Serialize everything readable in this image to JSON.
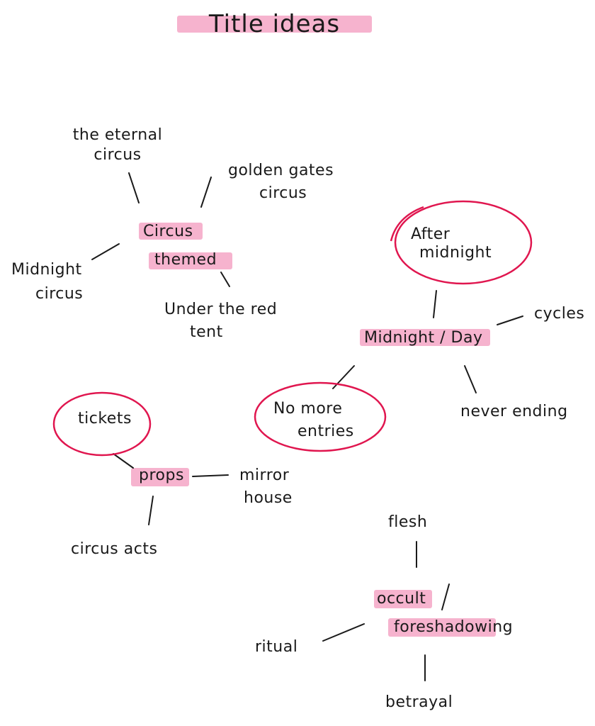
{
  "title": "Title ideas",
  "colors": {
    "highlight": "#f4a6c6",
    "circle": "#e0164f",
    "ink": "#1a1a1a"
  },
  "clusters": {
    "circus": {
      "center_line1": "Circus",
      "center_line2": "themed",
      "branches": [
        {
          "line1": "the eternal",
          "line2": "circus"
        },
        {
          "line1": "golden gates",
          "line2": "circus"
        },
        {
          "line1": "Midnight",
          "line2": "circus"
        },
        {
          "line1": "Under the red",
          "line2": "tent"
        }
      ]
    },
    "midnight": {
      "center": "Midnight / Day",
      "branches": [
        {
          "line1": "After",
          "line2": "midnight",
          "circled": true
        },
        {
          "line1": "cycles"
        },
        {
          "line1": "No more",
          "line2": "entries",
          "circled": true
        },
        {
          "line1": "never ending"
        }
      ]
    },
    "props": {
      "center": "props",
      "branches": [
        {
          "line1": "tickets",
          "circled": true
        },
        {
          "line1": "mirror",
          "line2": "house"
        },
        {
          "line1": "circus acts"
        }
      ]
    },
    "occult": {
      "center_line1": "occult",
      "center_line2": "foreshadowing",
      "branches": [
        {
          "line1": "flesh"
        },
        {
          "line1": "ritual"
        },
        {
          "line1": "betrayal"
        }
      ]
    }
  }
}
